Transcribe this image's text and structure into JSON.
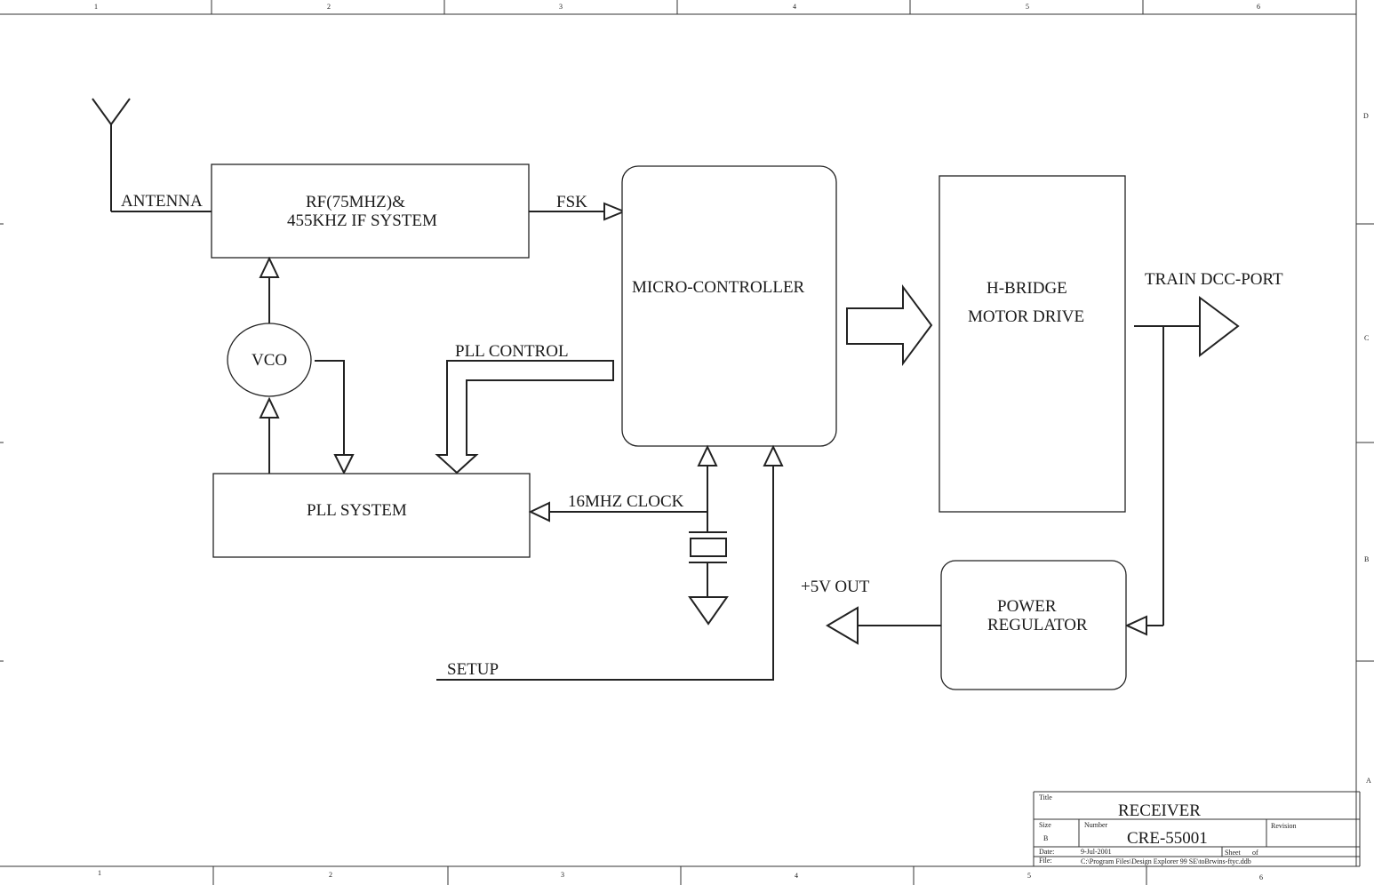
{
  "diagram": {
    "blocks": {
      "antenna": "ANTENNA",
      "rf_line1": "RF(75MHZ)&",
      "rf_line2": "455KHZ IF SYSTEM",
      "fsk": "FSK",
      "micro": "MICRO-CONTROLLER",
      "hbridge_line1": "H-BRIDGE",
      "hbridge_line2": "MOTOR DRIVE",
      "train_port": "TRAIN DCC-PORT",
      "vco": "VCO",
      "pll_control": "PLL CONTROL",
      "pll_system": "PLL SYSTEM",
      "clock": "16MHZ CLOCK",
      "five_v_out": "+5V OUT",
      "power_line1": "POWER",
      "power_line2": "REGULATOR",
      "setup": "SETUP"
    },
    "border": {
      "top_zones": [
        "1",
        "2",
        "3",
        "4",
        "5",
        "6"
      ],
      "bottom_zones": [
        "1",
        "2",
        "3",
        "4",
        "5",
        "6"
      ],
      "right_zones": [
        "D",
        "C",
        "B",
        "A"
      ]
    },
    "title_block": {
      "title_label": "Title",
      "title": "RECEIVER",
      "size_label": "Size",
      "size": "B",
      "number_label": "Number",
      "number": "CRE-55001",
      "revision_label": "Revision",
      "date_label": "Date:",
      "date": "9-Jul-2001",
      "sheet_label": "Sheet",
      "of_label": "of",
      "file_label": "File:",
      "file": "C:\\Program Files\\Design Explorer 99 SE\\toBrwins-ftyc.ddb"
    }
  }
}
